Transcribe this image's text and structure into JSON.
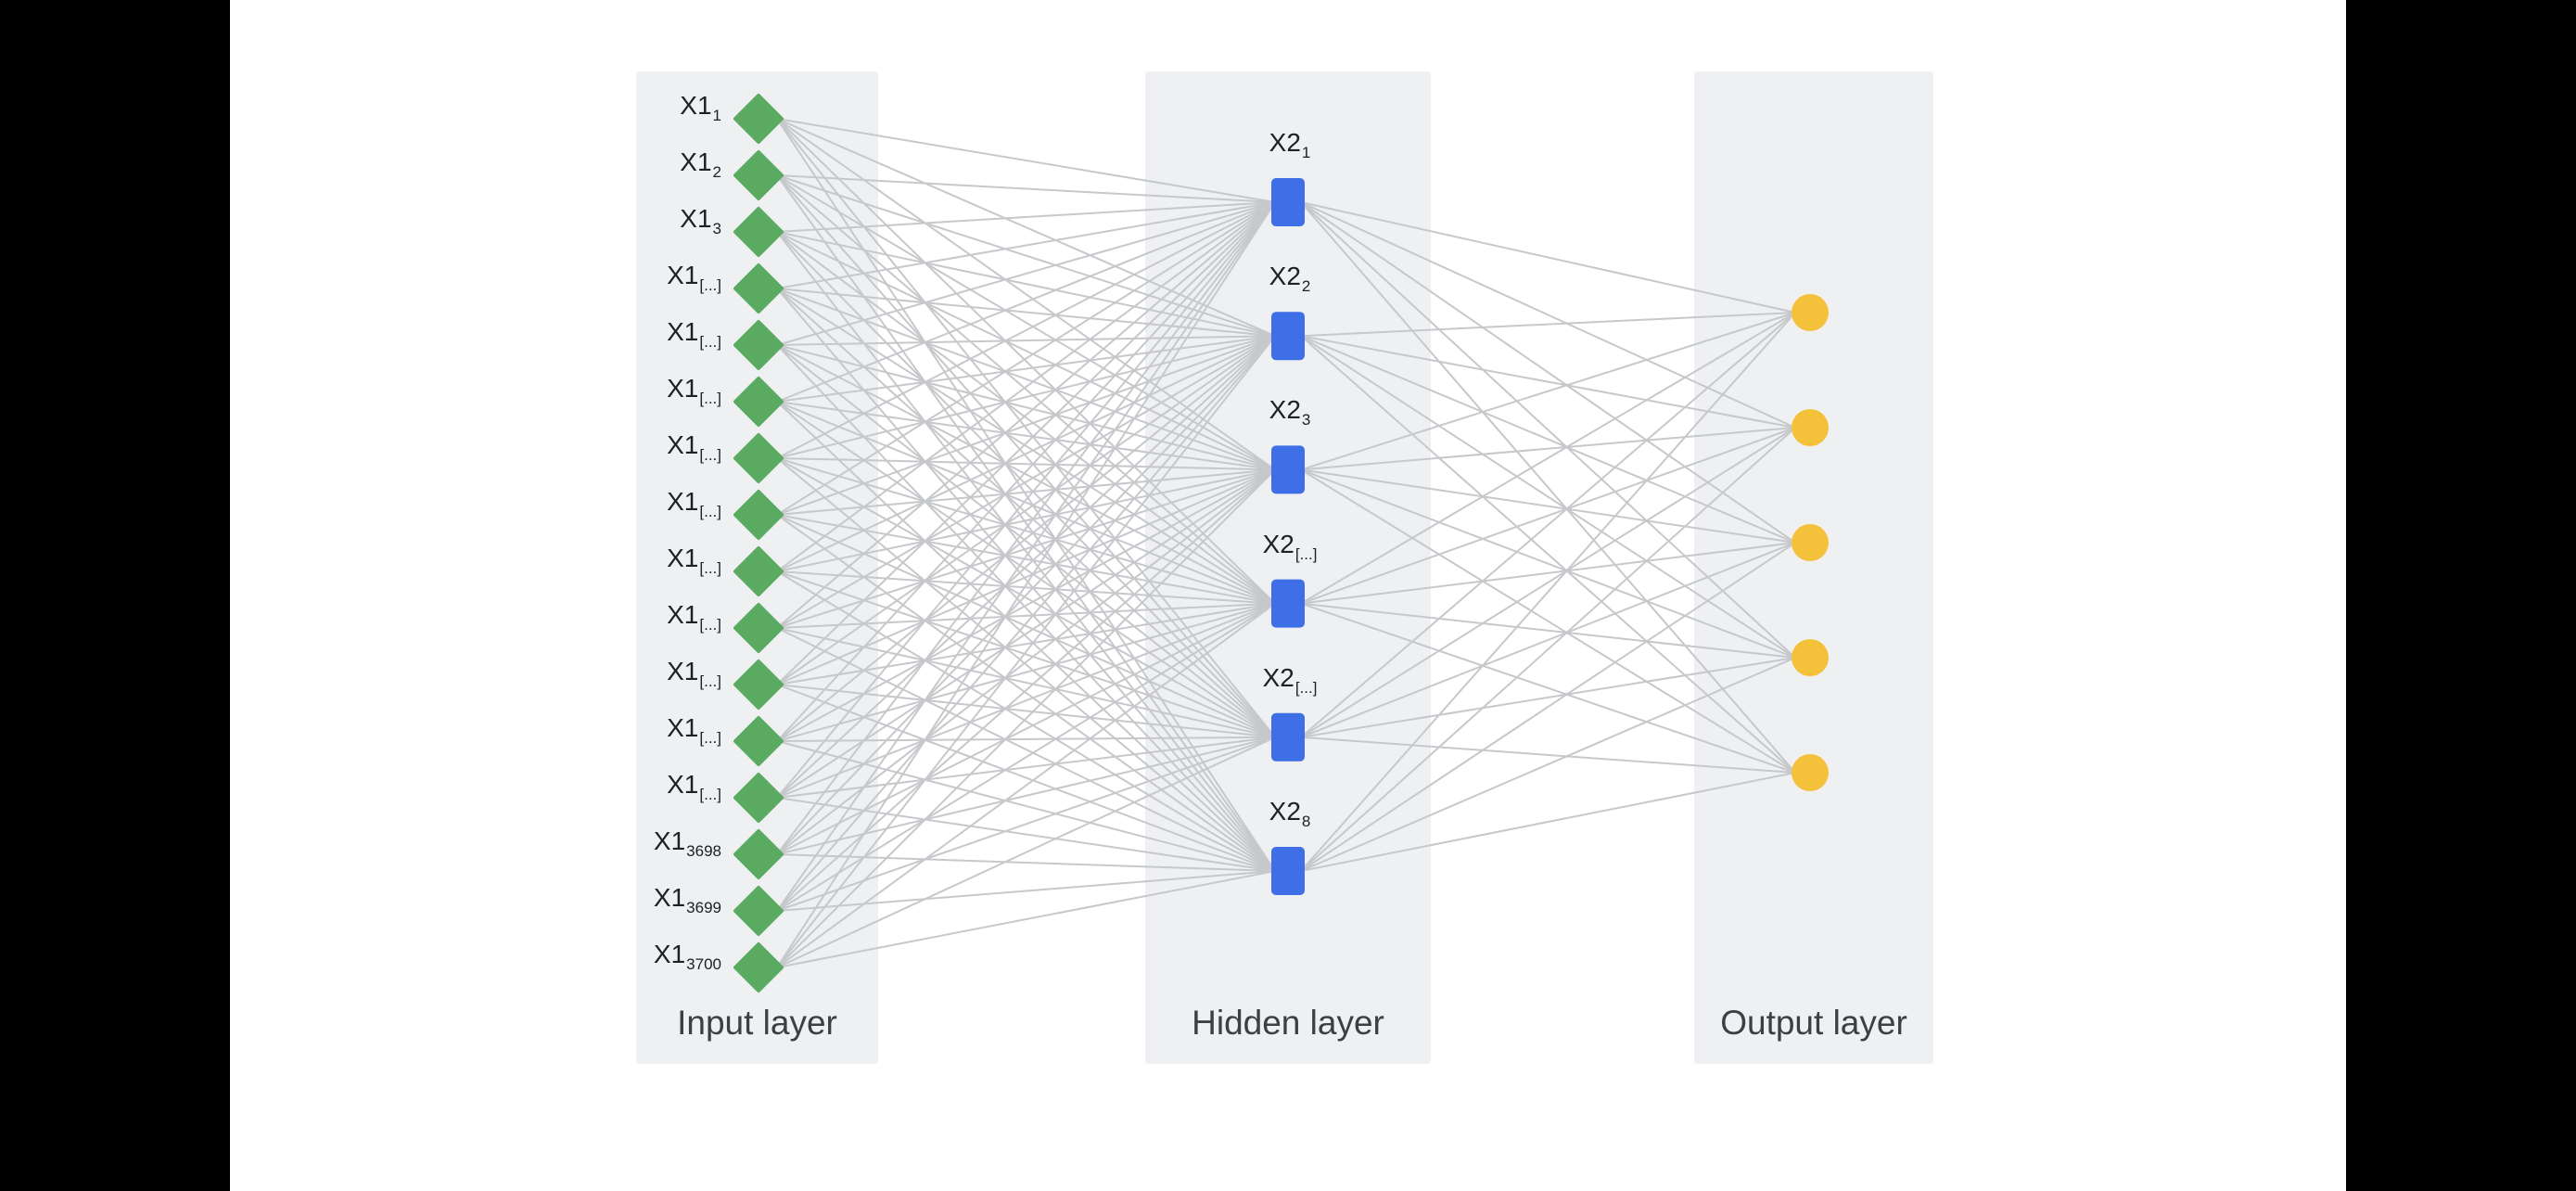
{
  "diagram": {
    "type": "feedforward-neural-network",
    "colors": {
      "input_node": "#5aab61",
      "hidden_node": "#3e6fe6",
      "output_node": "#f3c13a",
      "edge": "#c6c8cb",
      "panel": "#eef0f2",
      "text": "#202124"
    },
    "layers": [
      {
        "id": "input",
        "label": "Input layer",
        "node_shape": "diamond",
        "nodes": [
          {
            "base": "X1",
            "sub": "1"
          },
          {
            "base": "X1",
            "sub": "2"
          },
          {
            "base": "X1",
            "sub": "3"
          },
          {
            "base": "X1",
            "sub": "[...]"
          },
          {
            "base": "X1",
            "sub": "[...]"
          },
          {
            "base": "X1",
            "sub": "[...]"
          },
          {
            "base": "X1",
            "sub": "[...]"
          },
          {
            "base": "X1",
            "sub": "[...]"
          },
          {
            "base": "X1",
            "sub": "[...]"
          },
          {
            "base": "X1",
            "sub": "[...]"
          },
          {
            "base": "X1",
            "sub": "[...]"
          },
          {
            "base": "X1",
            "sub": "[...]"
          },
          {
            "base": "X1",
            "sub": "[...]"
          },
          {
            "base": "X1",
            "sub": "3698"
          },
          {
            "base": "X1",
            "sub": "3699"
          },
          {
            "base": "X1",
            "sub": "3700"
          }
        ]
      },
      {
        "id": "hidden",
        "label": "Hidden layer",
        "node_shape": "rounded-rect",
        "nodes": [
          {
            "base": "X2",
            "sub": "1"
          },
          {
            "base": "X2",
            "sub": "2"
          },
          {
            "base": "X2",
            "sub": "3"
          },
          {
            "base": "X2",
            "sub": "[...]"
          },
          {
            "base": "X2",
            "sub": "[...]"
          },
          {
            "base": "X2",
            "sub": "8"
          }
        ]
      },
      {
        "id": "output",
        "label": "Output layer",
        "node_shape": "circle",
        "nodes": [
          {},
          {},
          {},
          {},
          {}
        ]
      }
    ],
    "connectivity": "fully-connected"
  }
}
